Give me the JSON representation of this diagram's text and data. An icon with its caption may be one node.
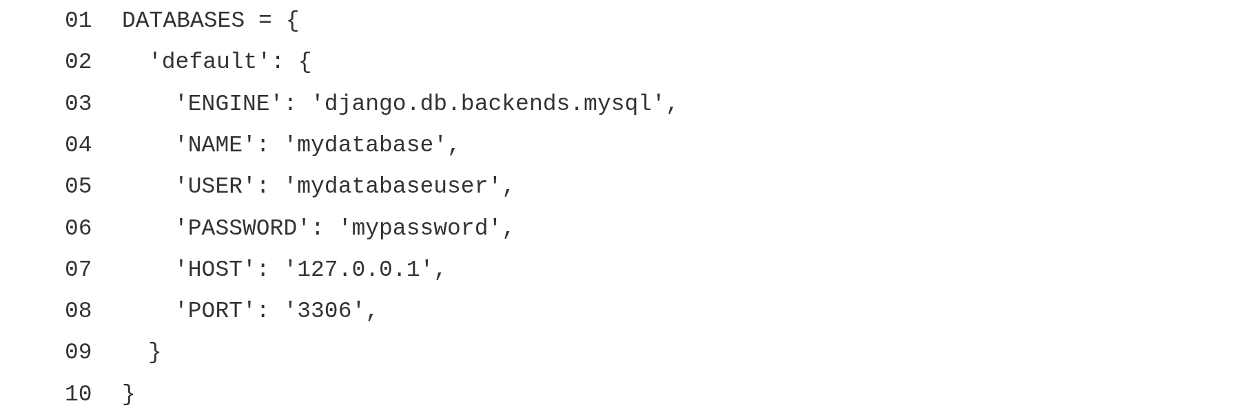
{
  "diagram": {
    "labels": [
      "01",
      "DATABASES = {",
      "02",
      "'default': {",
      "03",
      "'ENGINE': 'django.db.backends.mysql',",
      "04",
      "'NAME': 'mydatabase',",
      "05",
      "'USER': 'mydatabaseuser',",
      "06",
      "'PASSWORD': 'mypassword',",
      "07",
      "'HOST': '127.0.0.1',",
      "08",
      "'PORT': '3306',",
      "09",
      "}",
      "10",
      "}"
    ]
  }
}
